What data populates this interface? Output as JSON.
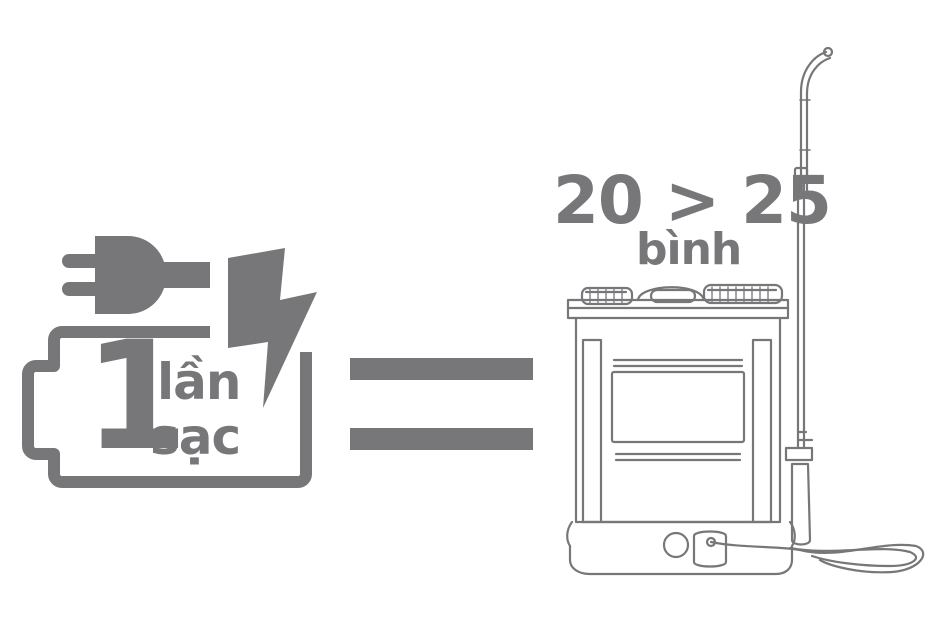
{
  "charge": {
    "count": "1",
    "word1": "lần",
    "word2": "sạc"
  },
  "result": {
    "range": "20 > 25",
    "unit": "bình"
  },
  "colors": {
    "graphic": "#77777a",
    "background": "#ffffff"
  },
  "icons": [
    "plug-icon",
    "lightning-bolt-icon",
    "battery-icon",
    "equals-sign-icon",
    "backpack-sprayer-icon"
  ]
}
